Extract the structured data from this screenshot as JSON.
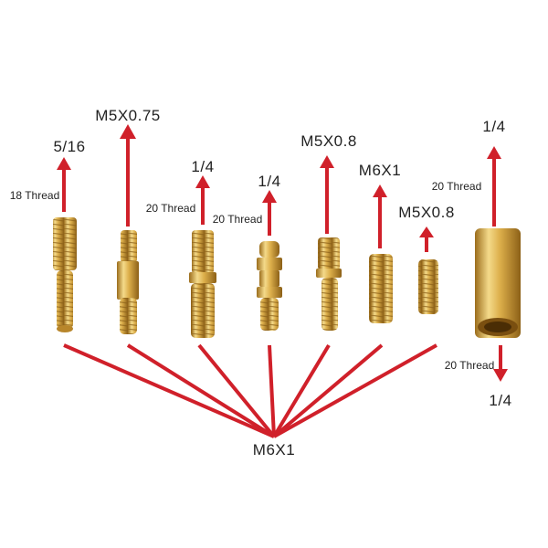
{
  "labels": {
    "p1_top": "5/16",
    "p1_thread": "18 Thread",
    "p2_top": "M5X0.75",
    "p3_top": "1/4",
    "p3_thread": "20 Thread",
    "p4_top": "1/4",
    "p4_thread": "20 Thread",
    "p5_top": "M5X0.8",
    "p6_top": "M6X1",
    "p7_top": "M5X0.8",
    "p8_top": "1/4",
    "p8_thread_top": "20 Thread",
    "p8_thread_bottom": "20 Thread",
    "p8_bottom": "1/4",
    "common_bottom": "M6X1"
  },
  "colors": {
    "arrow": "#d0202a",
    "brass_light": "#f1d27a",
    "brass_mid": "#d8ad47",
    "brass_dark": "#a87a22"
  }
}
